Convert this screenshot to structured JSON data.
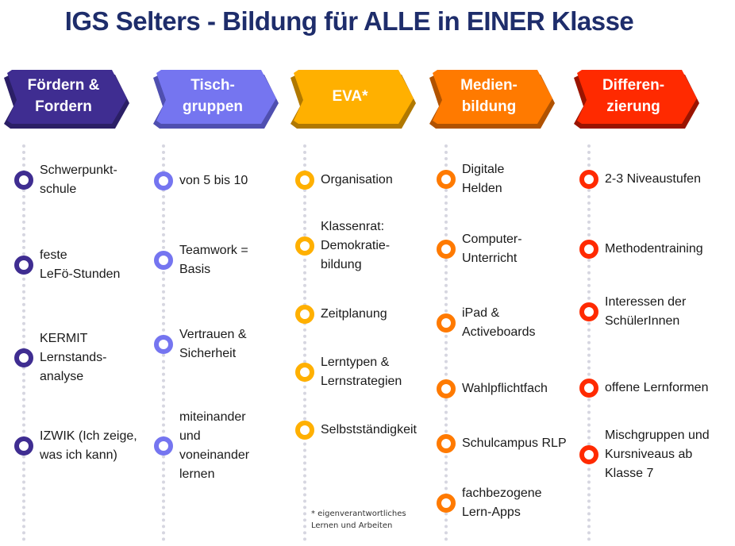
{
  "title": "IGS Selters - Bildung für ALLE in EINER Klasse",
  "columns": [
    {
      "label": "Fördern &\nFordern",
      "color": "#3f2d91",
      "shade": "#2b1f66",
      "items": [
        "Schwerpunkt-\nschule",
        "feste\nLeFö-Stunden",
        "KERMIT\nLernstands-\nanalyse",
        "IZWIK (Ich zeige,\nwas ich kann)"
      ]
    },
    {
      "label": "Tisch-\ngruppen",
      "color": "#7575f0",
      "shade": "#4f4fb0",
      "items": [
        "von 5 bis 10",
        "Teamwork =\nBasis",
        "Vertrauen &\nSicherheit",
        "miteinander\nund\nvoneinander\nlernen"
      ]
    },
    {
      "label": "EVA*",
      "color": "#ffb000",
      "shade": "#b07800",
      "items": [
        "Organisation",
        "Klassenrat:\nDemokratie-\nbildung",
        "Zeitplanung",
        "Lerntypen &\nLernstrategien",
        "Selbstständigkeit"
      ]
    },
    {
      "label": "Medien-\nbildung",
      "color": "#ff7a00",
      "shade": "#b05200",
      "items": [
        "Digitale\nHelden",
        "Computer-\nUnterricht",
        "iPad &\nActiveboards",
        "Wahlpflichtfach",
        "Schulcampus RLP",
        "fachbezogene\nLern-Apps"
      ]
    },
    {
      "label": "Differen-\nzierung",
      "color": "#ff2a00",
      "shade": "#9a1400",
      "items": [
        "2-3 Niveaustufen",
        "Methodentraining",
        "Interessen der\nSchülerInnen",
        "offene Lernformen",
        "Mischgruppen und\nKursniveaus ab\nKlasse 7"
      ]
    }
  ],
  "footnote": "* eigenverantwortliches\nLernen und Arbeiten"
}
